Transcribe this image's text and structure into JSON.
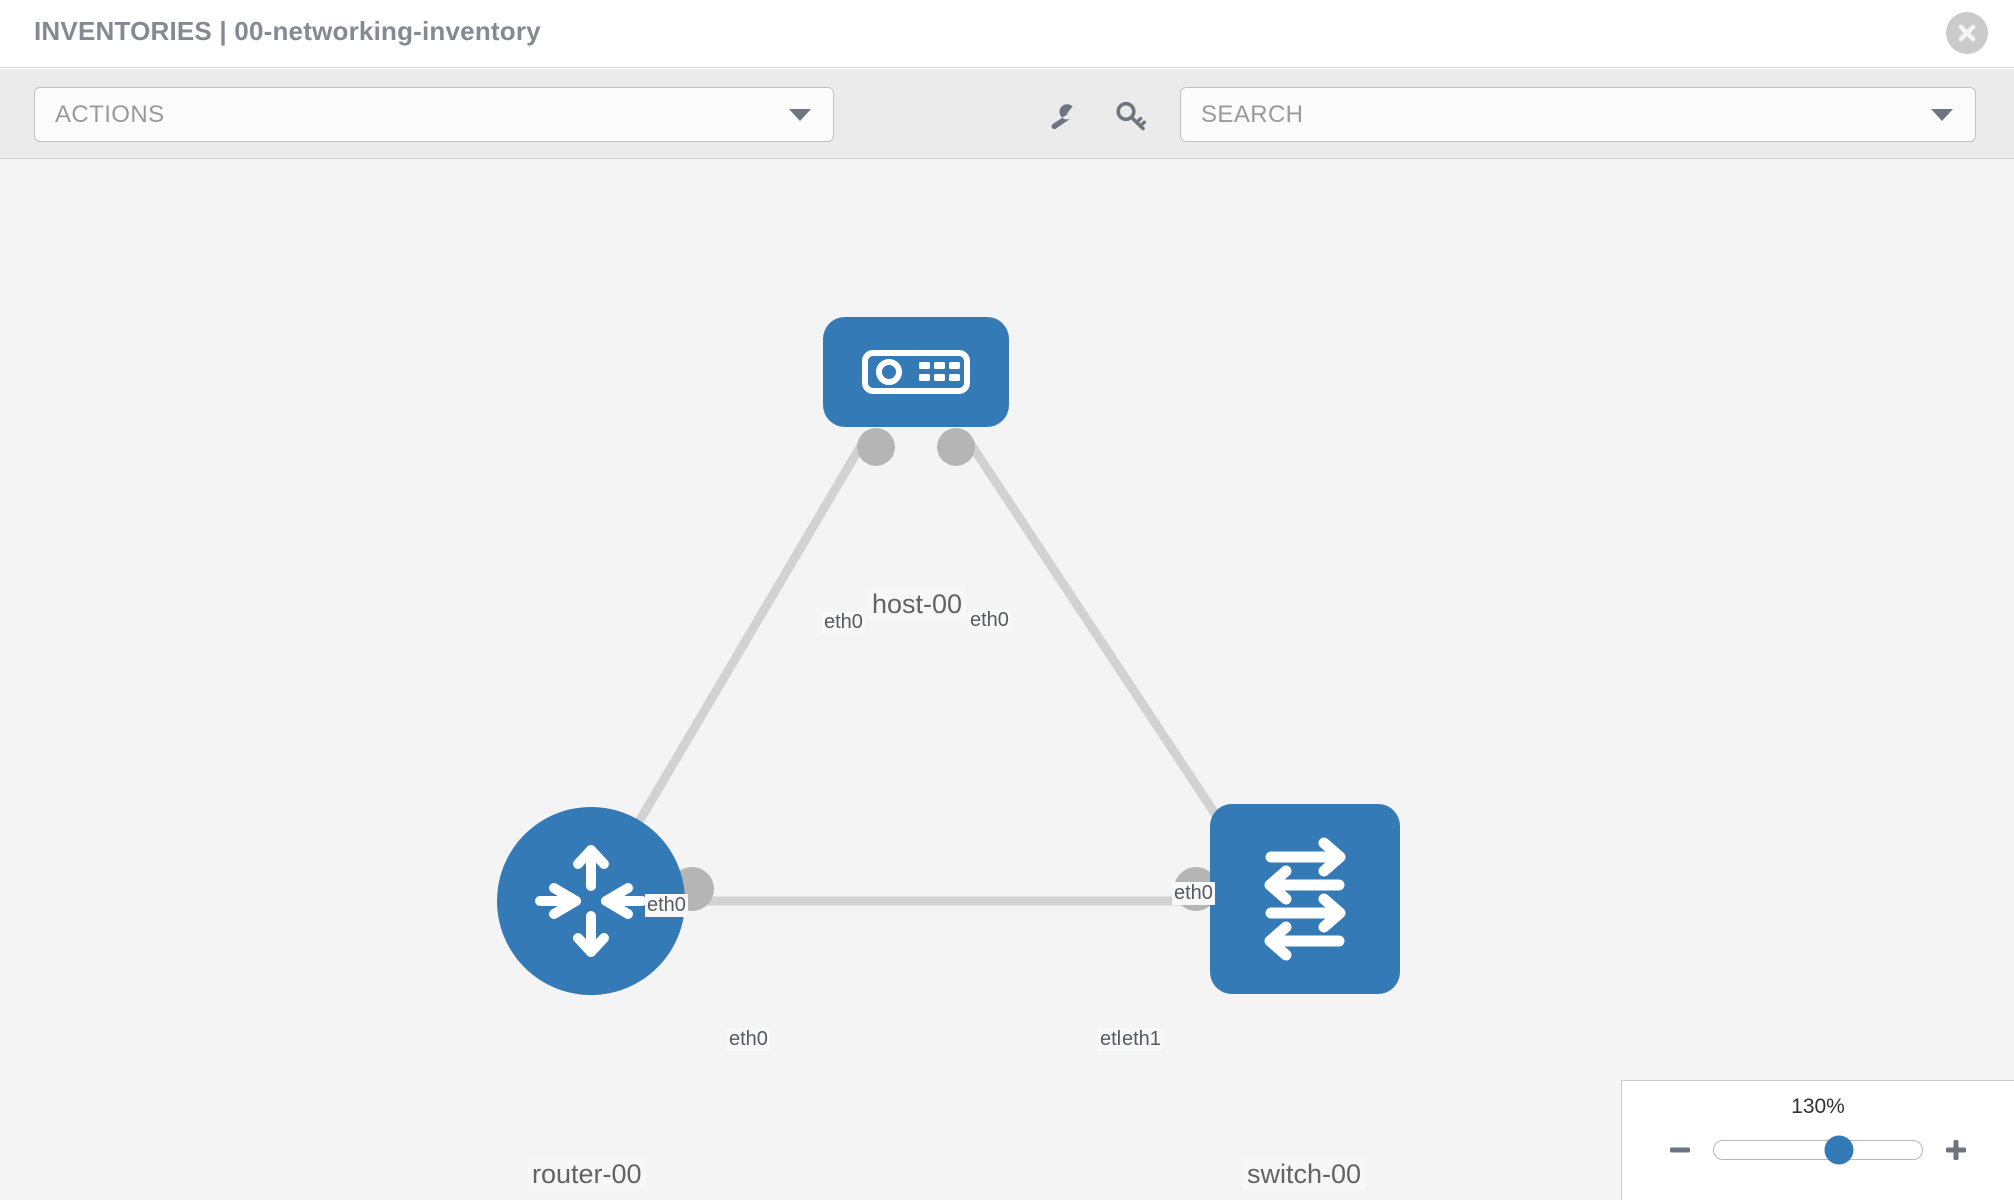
{
  "header": {
    "title": "INVENTORIES | 00-networking-inventory",
    "close_icon": "close-circle-icon"
  },
  "toolbar": {
    "actions_label": "ACTIONS",
    "search_placeholder": "SEARCH",
    "wrench_icon": "wrench-icon",
    "key_icon": "key-icon",
    "caret_icon": "chevron-down-icon"
  },
  "topology": {
    "nodes": [
      {
        "id": "host-00",
        "label": "host-00",
        "type": "host",
        "icon": "server-icon"
      },
      {
        "id": "router-00",
        "label": "router-00",
        "type": "router",
        "icon": "router-arrows-icon"
      },
      {
        "id": "switch-00",
        "label": "switch-00",
        "type": "switch",
        "icon": "switch-arrows-icon"
      }
    ],
    "interfaces": {
      "host_left": "eth0",
      "host_right": "eth0",
      "router_up": "eth0",
      "switch_up": "eth0",
      "router_east": "eth0",
      "switch_west_0": "eth0",
      "switch_west_1": "eth1"
    },
    "node_color": "#337ab7",
    "link_color": "#d2d2d2",
    "endpoint_color": "#b5b5b5"
  },
  "zoom": {
    "value_label": "130%",
    "minus_label": "−",
    "plus_label": "+",
    "thumb_percent": 60
  }
}
